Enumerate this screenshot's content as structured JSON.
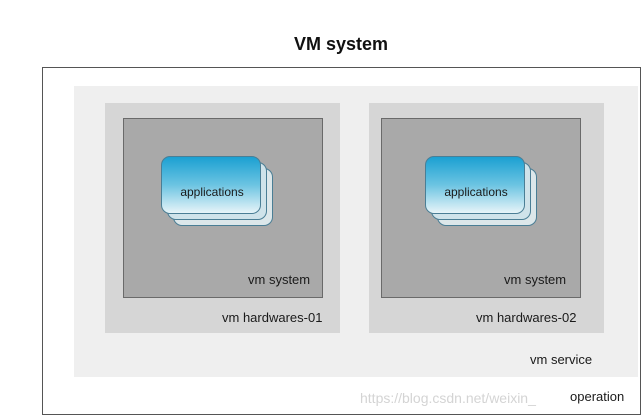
{
  "title": "VM system",
  "operation_label": "operation",
  "service_label": "vm service",
  "hardwares": [
    {
      "label": "vm hardwares-01",
      "vm_label": "vm system",
      "app_label": "applications"
    },
    {
      "label": "vm hardwares-02",
      "vm_label": "vm system",
      "app_label": "applications"
    }
  ],
  "watermark": "https://blog.csdn.net/weixin_",
  "colors": {
    "app_gradient_top": "#1ba0d2",
    "vm_box": "#a9a9a9",
    "hardware_box": "#d6d6d6",
    "service_box": "#efefef"
  }
}
